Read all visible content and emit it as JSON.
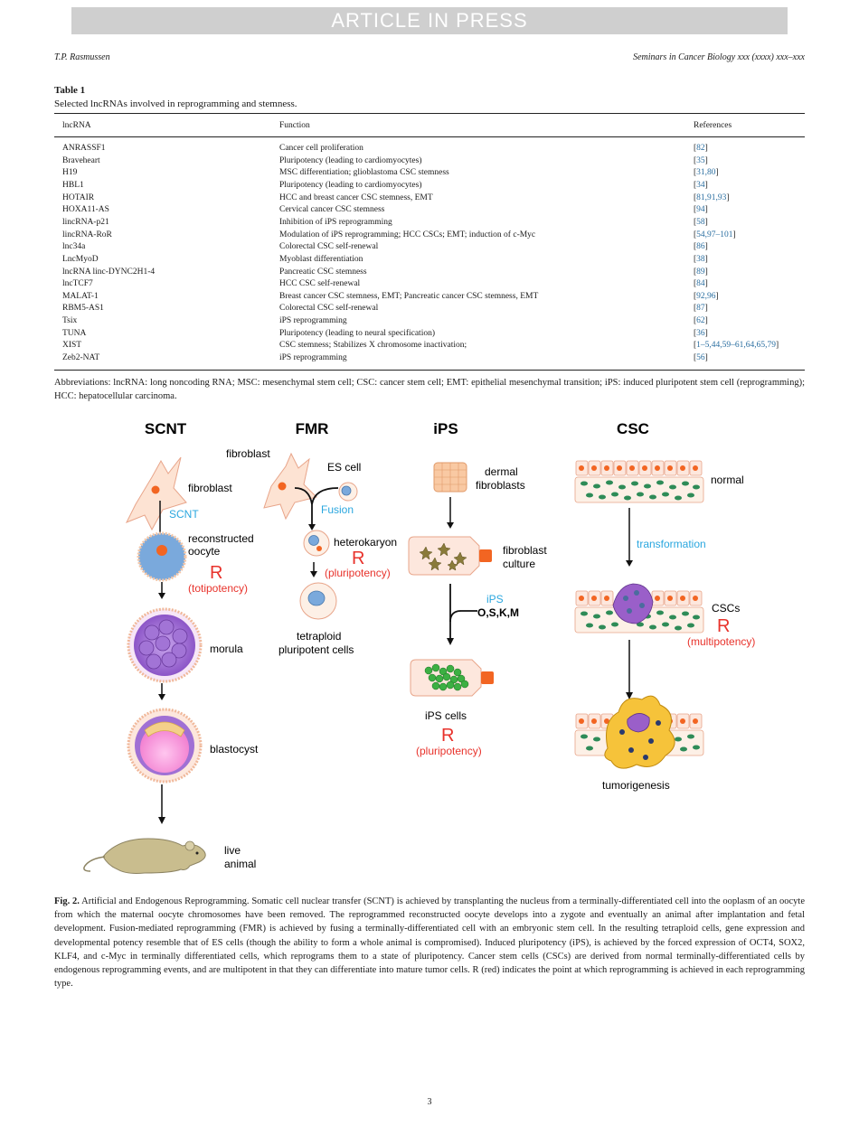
{
  "banner": "ARTICLE IN PRESS",
  "header": {
    "author": "T.P. Rasmussen",
    "journal": "Seminars in Cancer Biology xxx (xxxx) xxx–xxx"
  },
  "table": {
    "label": "Table 1",
    "caption": "Selected lncRNAs involved in reprogramming and stemness.",
    "headers": [
      "lncRNA",
      "Function",
      "References"
    ],
    "rows": [
      {
        "name": "ANRASSF1",
        "function": "Cancer cell proliferation",
        "ref": "82"
      },
      {
        "name": "Braveheart",
        "function": "Pluripotency (leading to cardiomyocytes)",
        "ref": "35"
      },
      {
        "name": "H19",
        "function": "MSC differentiation; glioblastoma CSC stemness",
        "ref": "31,80"
      },
      {
        "name": "HBL1",
        "function": "Pluripotency (leading to cardiomyocytes)",
        "ref": "34"
      },
      {
        "name": "HOTAIR",
        "function": "HCC and breast cancer CSC stemness, EMT",
        "ref": "81,91,93"
      },
      {
        "name": "HOXA11-AS",
        "function": "Cervical cancer CSC stemness",
        "ref": "94"
      },
      {
        "name": "lincRNA-p21",
        "function": "Inhibition of iPS reprogramming",
        "ref": "58"
      },
      {
        "name": "lincRNA-RoR",
        "function": "Modulation of iPS reprogramming; HCC CSCs; EMT; induction of c-Myc",
        "ref": "54,97–101"
      },
      {
        "name": "lnc34a",
        "function": "Colorectal CSC self-renewal",
        "ref": "86"
      },
      {
        "name": "LncMyoD",
        "function": "Myoblast differentiation",
        "ref": "38"
      },
      {
        "name": "lncRNA linc-DYNC2H1-4",
        "function": "Pancreatic CSC stemness",
        "ref": "89"
      },
      {
        "name": "lncTCF7",
        "function": "HCC CSC self-renewal",
        "ref": "84"
      },
      {
        "name": "MALAT-1",
        "function": "Breast cancer CSC stemness, EMT; Pancreatic cancer CSC stemness, EMT",
        "ref": "92,96"
      },
      {
        "name": "RBM5-AS1",
        "function": "Colorectal CSC self-renewal",
        "ref": "87"
      },
      {
        "name": "Tsix",
        "function": "iPS reprogramming",
        "ref": "62"
      },
      {
        "name": "TUNA",
        "function": "Pluripotency (leading to neural specification)",
        "ref": "36"
      },
      {
        "name": "XIST",
        "function": "CSC stemness; Stabilizes X chromosome inactivation;",
        "ref": "1–5,44,59–61,64,65,79"
      },
      {
        "name": "Zeb2-NAT",
        "function": "iPS reprogramming",
        "ref": "56"
      }
    ],
    "abbreviations": "Abbreviations: lncRNA: long noncoding RNA; MSC: mesenchymal stem cell; CSC: cancer stem cell; EMT: epithelial mesenchymal transition; iPS: induced pluripotent stem cell (reprogramming); HCC: hepatocellular carcinoma."
  },
  "figure": {
    "columns": {
      "scnt": "SCNT",
      "fmr": "FMR",
      "ips": "iPS",
      "csc": "CSC"
    },
    "r": "R",
    "scnt": {
      "fibroblast": "fibroblast",
      "process": "SCNT",
      "oocyte1": "reconstructed",
      "oocyte2": "oocyte",
      "potency": "(totipotency)",
      "morula": "morula",
      "blastocyst": "blastocyst",
      "animal1": "live",
      "animal2": "animal"
    },
    "fmr": {
      "fibroblast": "fibroblast",
      "es": "ES cell",
      "process": "Fusion",
      "heterokaryon": "heterokaryon",
      "potency": "(pluripotency)",
      "tetra1": "tetraploid",
      "tetra2": "pluripotent cells"
    },
    "ips": {
      "dermal1": "dermal",
      "dermal2": "fibroblasts",
      "culture1": "fibroblast",
      "culture2": "culture",
      "process": "iPS",
      "factors": "O,S,K,M",
      "cells": "iPS cells",
      "potency": "(pluripotency)"
    },
    "csc": {
      "normal": "normal",
      "process": "transformation",
      "cscs": "CSCs",
      "potency": "(multipotency)",
      "tumor": "tumorigenesis"
    },
    "colors": {
      "red": "#e8322b",
      "blue": "#2aa7df",
      "orange": "#f26522",
      "purple": "#9a5fc9",
      "green": "#2e8b57",
      "yellow": "#f6c33a",
      "pink": "#f8d9c8"
    }
  },
  "figcap": {
    "label": "Fig. 2.",
    "text": "Artificial and Endogenous Reprogramming. Somatic cell nuclear transfer (SCNT) is achieved by transplanting the nucleus from a terminally-differentiated cell into the ooplasm of an oocyte from which the maternal oocyte chromosomes have been removed. The reprogrammed reconstructed oocyte develops into a zygote and eventually an animal after implantation and fetal development. Fusion-mediated reprogramming (FMR) is achieved by fusing a terminally-differentiated cell with an embryonic stem cell. In the resulting tetraploid cells, gene expression and developmental potency resemble that of ES cells (though the ability to form a whole animal is compromised). Induced pluripotency (iPS), is achieved by the forced expression of OCT4, SOX2, KLF4, and c-Myc in terminally differentiated cells, which reprograms them to a state of pluripotency. Cancer stem cells (CSCs) are derived from normal terminally-differentiated cells by endogenous reprogramming events, and are multipotent in that they can differentiate into mature tumor cells. R (red) indicates the point at which reprogramming is achieved in each reprogramming type."
  },
  "page_number": "3"
}
